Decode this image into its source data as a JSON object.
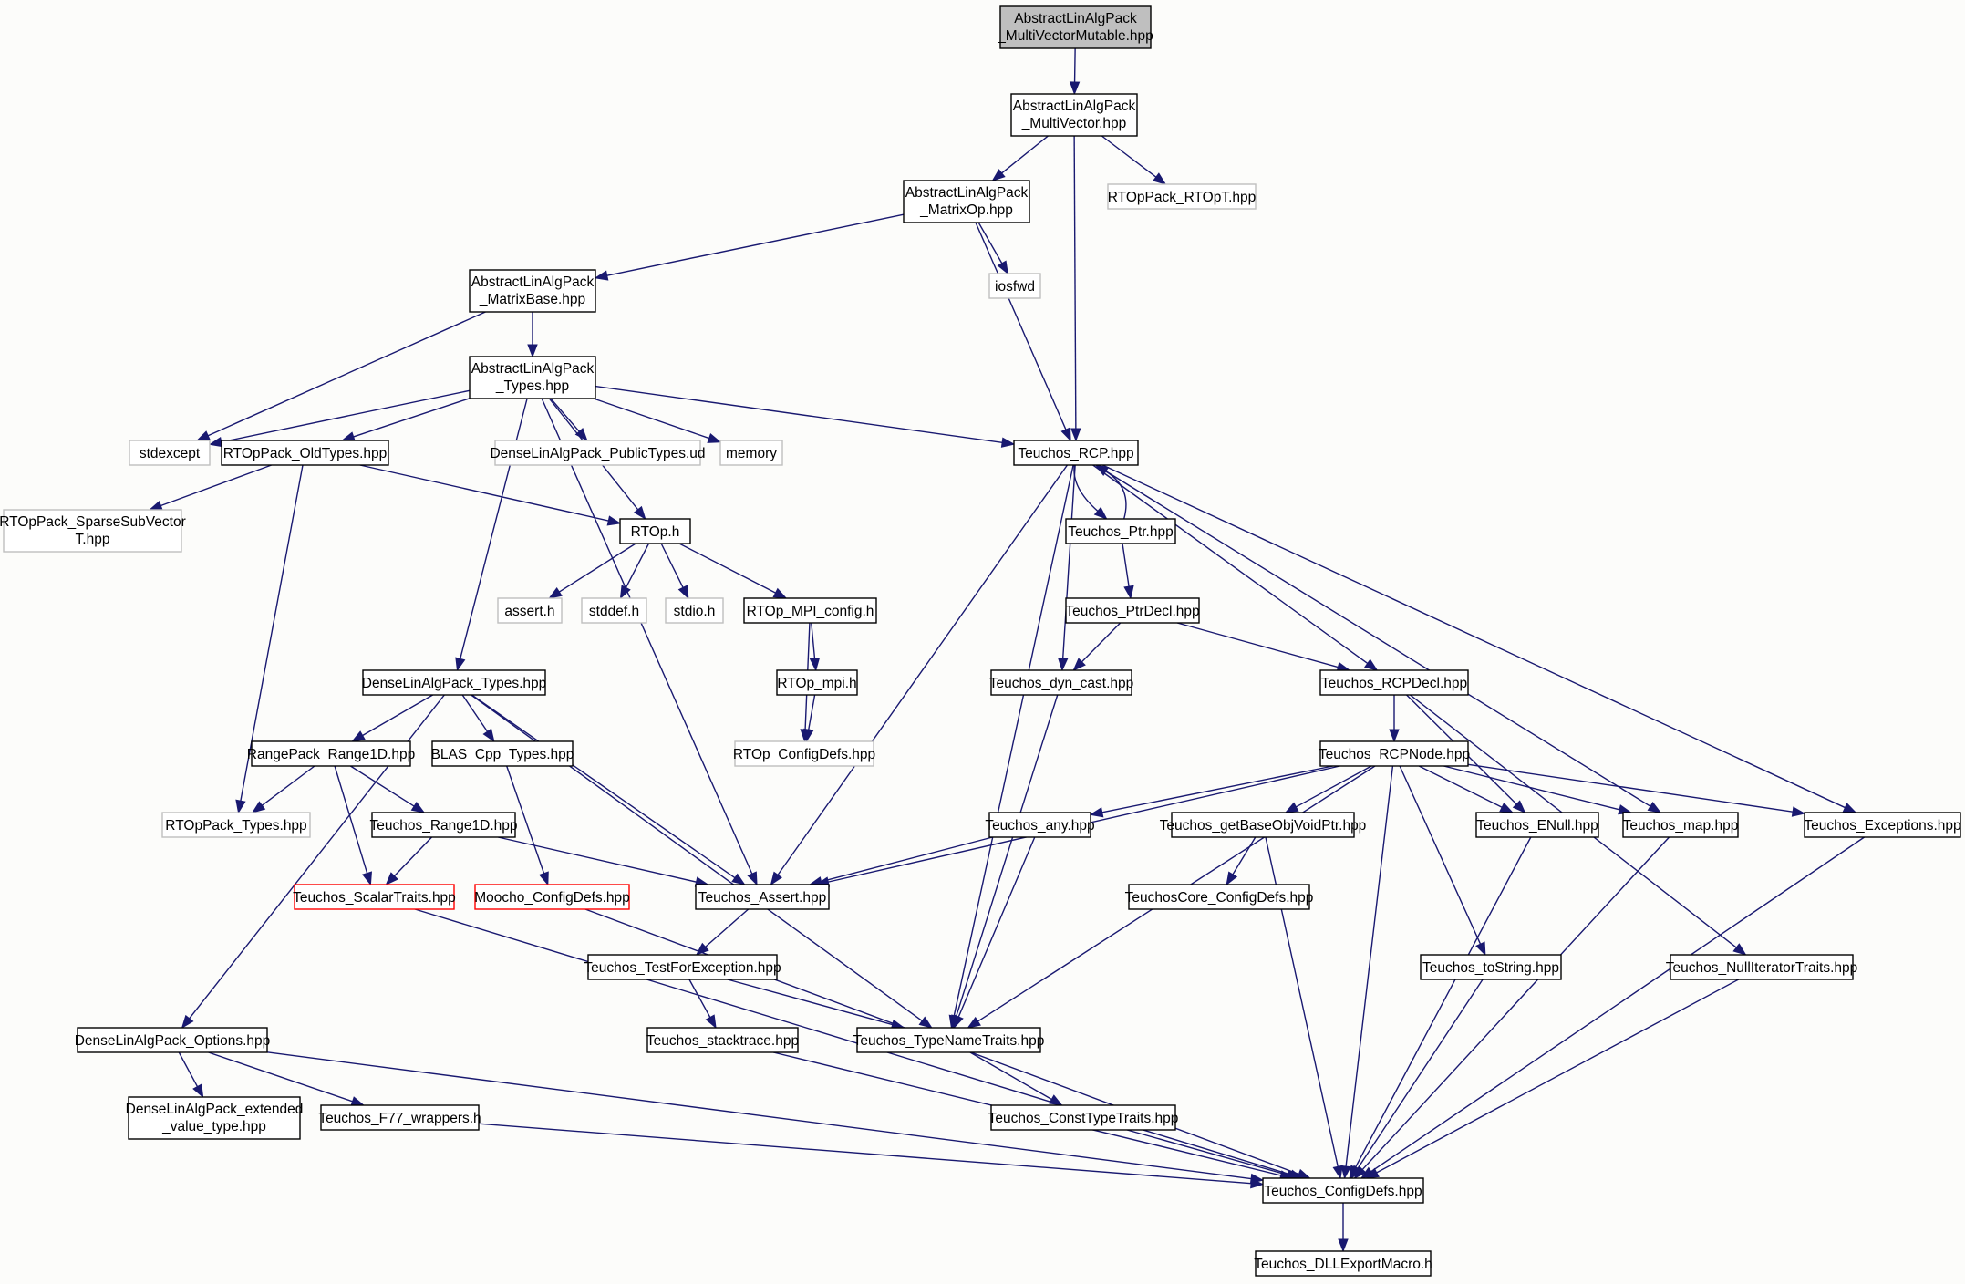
{
  "colors": {
    "background": "#fcfcfa",
    "edge": "#191970",
    "node_fill": "#ffffff",
    "root_fill": "#bfbfbf",
    "border_normal": "#000000",
    "border_external": "#bfbfbf",
    "border_incomplete": "#ff0000"
  },
  "nodes": [
    {
      "id": "mvm",
      "lines": [
        "AbstractLinAlgPack",
        "_MultiVectorMutable.hpp"
      ],
      "kind": "root"
    },
    {
      "id": "mv",
      "lines": [
        "AbstractLinAlgPack",
        "_MultiVector.hpp"
      ],
      "kind": "normal"
    },
    {
      "id": "mop",
      "lines": [
        "AbstractLinAlgPack",
        "_MatrixOp.hpp"
      ],
      "kind": "normal"
    },
    {
      "id": "ropt",
      "lines": [
        "RTOpPack_RTOpT.hpp"
      ],
      "kind": "external"
    },
    {
      "id": "mbase",
      "lines": [
        "AbstractLinAlgPack",
        "_MatrixBase.hpp"
      ],
      "kind": "normal"
    },
    {
      "id": "iosfwd",
      "lines": [
        "iosfwd"
      ],
      "kind": "external"
    },
    {
      "id": "types",
      "lines": [
        "AbstractLinAlgPack",
        "_Types.hpp"
      ],
      "kind": "normal"
    },
    {
      "id": "stdexcept",
      "lines": [
        "stdexcept"
      ],
      "kind": "external"
    },
    {
      "id": "oldtypes",
      "lines": [
        "RTOpPack_OldTypes.hpp"
      ],
      "kind": "normal"
    },
    {
      "id": "dlapub",
      "lines": [
        "DenseLinAlgPack_PublicTypes.ud"
      ],
      "kind": "external"
    },
    {
      "id": "memory",
      "lines": [
        "memory"
      ],
      "kind": "external"
    },
    {
      "id": "rcp",
      "lines": [
        "Teuchos_RCP.hpp"
      ],
      "kind": "normal"
    },
    {
      "id": "ssv",
      "lines": [
        "RTOpPack_SparseSubVector",
        "T.hpp"
      ],
      "kind": "external"
    },
    {
      "id": "rtoph",
      "lines": [
        "RTOp.h"
      ],
      "kind": "normal"
    },
    {
      "id": "ptr",
      "lines": [
        "Teuchos_Ptr.hpp"
      ],
      "kind": "normal"
    },
    {
      "id": "asserth",
      "lines": [
        "assert.h"
      ],
      "kind": "external"
    },
    {
      "id": "stddef",
      "lines": [
        "stddef.h"
      ],
      "kind": "external"
    },
    {
      "id": "stdio",
      "lines": [
        "stdio.h"
      ],
      "kind": "external"
    },
    {
      "id": "mpiconfig",
      "lines": [
        "RTOp_MPI_config.h"
      ],
      "kind": "normal"
    },
    {
      "id": "ptrdecl",
      "lines": [
        "Teuchos_PtrDecl.hpp"
      ],
      "kind": "normal"
    },
    {
      "id": "dlatypes",
      "lines": [
        "DenseLinAlgPack_Types.hpp"
      ],
      "kind": "normal"
    },
    {
      "id": "mpih",
      "lines": [
        "RTOp_mpi.h"
      ],
      "kind": "normal"
    },
    {
      "id": "dyncast",
      "lines": [
        "Teuchos_dyn_cast.hpp"
      ],
      "kind": "normal"
    },
    {
      "id": "rcpdecl",
      "lines": [
        "Teuchos_RCPDecl.hpp"
      ],
      "kind": "normal"
    },
    {
      "id": "range1dhpp",
      "lines": [
        "RangePack_Range1D.hpp"
      ],
      "kind": "normal"
    },
    {
      "id": "blas",
      "lines": [
        "BLAS_Cpp_Types.hpp"
      ],
      "kind": "normal"
    },
    {
      "id": "rtopcfg",
      "lines": [
        "RTOp_ConfigDefs.hpp"
      ],
      "kind": "external"
    },
    {
      "id": "rcpnode",
      "lines": [
        "Teuchos_RCPNode.hpp"
      ],
      "kind": "normal"
    },
    {
      "id": "rptypes",
      "lines": [
        "RTOpPack_Types.hpp"
      ],
      "kind": "external"
    },
    {
      "id": "trange",
      "lines": [
        "Teuchos_Range1D.hpp"
      ],
      "kind": "normal"
    },
    {
      "id": "any",
      "lines": [
        "Teuchos_any.hpp"
      ],
      "kind": "normal"
    },
    {
      "id": "getbase",
      "lines": [
        "Teuchos_getBaseObjVoidPtr.hpp"
      ],
      "kind": "normal"
    },
    {
      "id": "enull",
      "lines": [
        "Teuchos_ENull.hpp"
      ],
      "kind": "normal"
    },
    {
      "id": "map",
      "lines": [
        "Teuchos_map.hpp"
      ],
      "kind": "normal"
    },
    {
      "id": "exc",
      "lines": [
        "Teuchos_Exceptions.hpp"
      ],
      "kind": "normal"
    },
    {
      "id": "scalar",
      "lines": [
        "Teuchos_ScalarTraits.hpp"
      ],
      "kind": "incomplete"
    },
    {
      "id": "moocho",
      "lines": [
        "Moocho_ConfigDefs.hpp"
      ],
      "kind": "incomplete"
    },
    {
      "id": "tassert",
      "lines": [
        "Teuchos_Assert.hpp"
      ],
      "kind": "normal"
    },
    {
      "id": "corecfg",
      "lines": [
        "TeuchosCore_ConfigDefs.hpp"
      ],
      "kind": "normal"
    },
    {
      "id": "tfe",
      "lines": [
        "Teuchos_TestForException.hpp"
      ],
      "kind": "normal"
    },
    {
      "id": "tostring",
      "lines": [
        "Teuchos_toString.hpp"
      ],
      "kind": "normal"
    },
    {
      "id": "nullit",
      "lines": [
        "Teuchos_NullIteratorTraits.hpp"
      ],
      "kind": "normal"
    },
    {
      "id": "options",
      "lines": [
        "DenseLinAlgPack_Options.hpp"
      ],
      "kind": "normal"
    },
    {
      "id": "stack",
      "lines": [
        "Teuchos_stacktrace.hpp"
      ],
      "kind": "normal"
    },
    {
      "id": "tnt",
      "lines": [
        "Teuchos_TypeNameTraits.hpp"
      ],
      "kind": "normal"
    },
    {
      "id": "ext",
      "lines": [
        "DenseLinAlgPack_extended",
        "_value_type.hpp"
      ],
      "kind": "normal"
    },
    {
      "id": "f77",
      "lines": [
        "Teuchos_F77_wrappers.h"
      ],
      "kind": "normal"
    },
    {
      "id": "ctt",
      "lines": [
        "Teuchos_ConstTypeTraits.hpp"
      ],
      "kind": "normal"
    },
    {
      "id": "cfg",
      "lines": [
        "Teuchos_ConfigDefs.hpp"
      ],
      "kind": "normal"
    },
    {
      "id": "dll",
      "lines": [
        "Teuchos_DLLExportMacro.h"
      ],
      "kind": "normal"
    }
  ],
  "edges": [
    [
      "mvm",
      "mv"
    ],
    [
      "mv",
      "mop"
    ],
    [
      "mv",
      "ropt"
    ],
    [
      "mv",
      "rcp"
    ],
    [
      "mop",
      "mbase"
    ],
    [
      "mop",
      "iosfwd"
    ],
    [
      "mop",
      "rcp"
    ],
    [
      "mbase",
      "stdexcept"
    ],
    [
      "mbase",
      "types"
    ],
    [
      "types",
      "stdexcept"
    ],
    [
      "types",
      "oldtypes"
    ],
    [
      "types",
      "dlapub"
    ],
    [
      "types",
      "memory"
    ],
    [
      "types",
      "rcp"
    ],
    [
      "types",
      "rtoph"
    ],
    [
      "types",
      "dlatypes"
    ],
    [
      "types",
      "tassert"
    ],
    [
      "oldtypes",
      "ssv"
    ],
    [
      "oldtypes",
      "rtoph"
    ],
    [
      "oldtypes",
      "rptypes"
    ],
    [
      "rtoph",
      "asserth"
    ],
    [
      "rtoph",
      "stddef"
    ],
    [
      "rtoph",
      "stdio"
    ],
    [
      "rtoph",
      "mpiconfig"
    ],
    [
      "mpiconfig",
      "mpih"
    ],
    [
      "mpiconfig",
      "rtopcfg"
    ],
    [
      "mpih",
      "rtopcfg"
    ],
    [
      "rcp",
      "ptr"
    ],
    [
      "ptr",
      "rcp"
    ],
    [
      "rcp",
      "dyncast"
    ],
    [
      "rcp",
      "rcpdecl"
    ],
    [
      "rcp",
      "tassert"
    ],
    [
      "rcp",
      "tnt"
    ],
    [
      "rcp",
      "map"
    ],
    [
      "rcp",
      "exc"
    ],
    [
      "ptr",
      "ptrdecl"
    ],
    [
      "ptrdecl",
      "dyncast"
    ],
    [
      "ptrdecl",
      "rcpdecl"
    ],
    [
      "dyncast",
      "tnt"
    ],
    [
      "rcpdecl",
      "rcpnode"
    ],
    [
      "rcpdecl",
      "enull"
    ],
    [
      "rcpdecl",
      "nullit"
    ],
    [
      "rcpnode",
      "tassert"
    ],
    [
      "rcpnode",
      "any"
    ],
    [
      "rcpnode",
      "getbase"
    ],
    [
      "rcpnode",
      "enull"
    ],
    [
      "rcpnode",
      "map"
    ],
    [
      "rcpnode",
      "exc"
    ],
    [
      "rcpnode",
      "tostring"
    ],
    [
      "rcpnode",
      "tnt"
    ],
    [
      "rcpnode",
      "cfg"
    ],
    [
      "dlatypes",
      "range1dhpp"
    ],
    [
      "dlatypes",
      "blas"
    ],
    [
      "dlatypes",
      "options"
    ],
    [
      "dlatypes",
      "tassert"
    ],
    [
      "dlatypes",
      "tnt"
    ],
    [
      "range1dhpp",
      "rptypes"
    ],
    [
      "range1dhpp",
      "trange"
    ],
    [
      "range1dhpp",
      "scalar"
    ],
    [
      "trange",
      "scalar"
    ],
    [
      "trange",
      "tassert"
    ],
    [
      "blas",
      "moocho"
    ],
    [
      "any",
      "tassert"
    ],
    [
      "any",
      "tnt"
    ],
    [
      "getbase",
      "corecfg"
    ],
    [
      "getbase",
      "cfg"
    ],
    [
      "enull",
      "cfg"
    ],
    [
      "map",
      "cfg"
    ],
    [
      "exc",
      "cfg"
    ],
    [
      "tassert",
      "tfe"
    ],
    [
      "tfe",
      "stack"
    ],
    [
      "tfe",
      "tnt"
    ],
    [
      "tostring",
      "cfg"
    ],
    [
      "nullit",
      "cfg"
    ],
    [
      "options",
      "ext"
    ],
    [
      "options",
      "f77"
    ],
    [
      "options",
      "cfg"
    ],
    [
      "f77",
      "cfg"
    ],
    [
      "stack",
      "cfg"
    ],
    [
      "tnt",
      "ctt"
    ],
    [
      "ctt",
      "cfg"
    ],
    [
      "scalar",
      "cfg"
    ],
    [
      "moocho",
      "cfg"
    ],
    [
      "cfg",
      "dll"
    ]
  ]
}
